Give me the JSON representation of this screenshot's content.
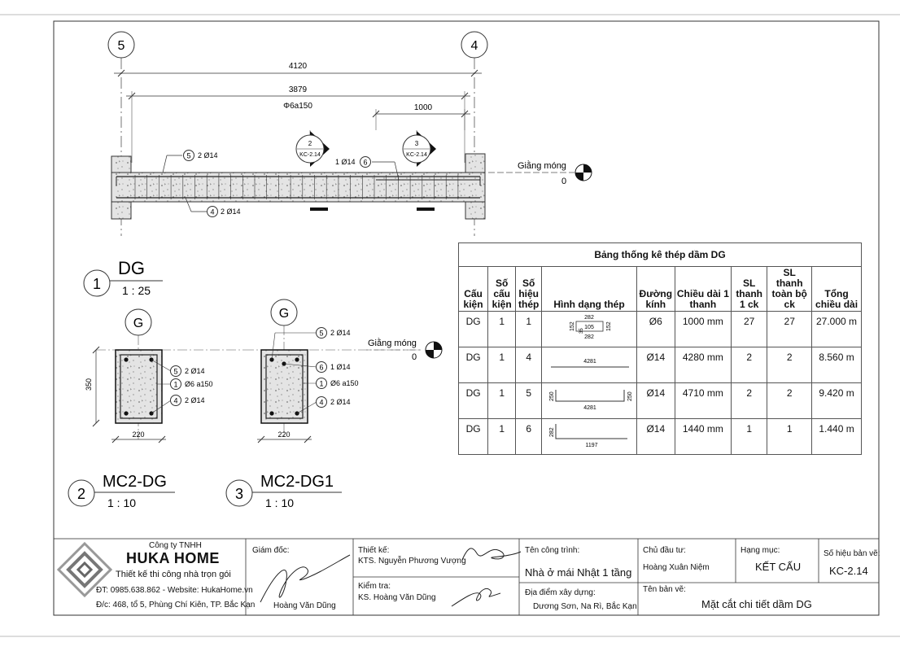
{
  "grid": {
    "left": "5",
    "right": "4",
    "section_marker": "G"
  },
  "dims": {
    "overall": "4120",
    "clear": "3879",
    "stirrup_note": "Φ6a150",
    "partial": "1000",
    "height": "350",
    "width": "220"
  },
  "beam_labels": {
    "top_bar": "2 Ø14",
    "top_bar_no": "5",
    "bottom_bar": "2 Ø14",
    "bottom_bar_no": "4",
    "extra_bar": "1 Ø14",
    "extra_bar_no": "6",
    "cut2_no": "2",
    "cut2_ref": "KC-2.14",
    "cut3_no": "3",
    "cut3_ref": "KC-2.14"
  },
  "level": {
    "label": "Giằng móng",
    "value": "0"
  },
  "views": [
    {
      "number": "1",
      "title": "DG",
      "scale": "1 : 25"
    },
    {
      "number": "2",
      "title": "MC2-DG",
      "scale": "1 : 10"
    },
    {
      "number": "3",
      "title": "MC2-DG1",
      "scale": "1 : 10"
    }
  ],
  "section1": {
    "n5": "5",
    "l5": "2 Ø14",
    "n1": "1",
    "l1": "Ø6 a150",
    "n4": "4",
    "l4": "2 Ø14"
  },
  "section2": {
    "n5": "5",
    "l5": "2 Ø14",
    "n6": "6",
    "l6": "1 Ø14",
    "n1": "1",
    "l1": "Ø6 a150",
    "n4": "4",
    "l4": "2 Ø14"
  },
  "table": {
    "title": "Bảng thống kê thép dầm DG",
    "headers": [
      "Cấu kiện",
      "Số cấu kiện",
      "Số hiệu thép",
      "Hình dạng thép",
      "Đường kính",
      "Chiều dài 1 thanh",
      "SL thanh 1 ck",
      "SL thanh toàn bộ ck",
      "Tổng chiều dài"
    ],
    "rows": [
      {
        "cells": [
          "DG",
          "1",
          "1",
          "Ø6",
          "1000 mm",
          "27",
          "27",
          "27.000 m"
        ],
        "shape": {
          "top": "282",
          "mid": "105",
          "bottom": "282",
          "left": "152",
          "right": "152",
          "inner": "35"
        }
      },
      {
        "cells": [
          "DG",
          "1",
          "4",
          "Ø14",
          "4280 mm",
          "2",
          "2",
          "8.560 m"
        ],
        "shape": {
          "len": "4281"
        }
      },
      {
        "cells": [
          "DG",
          "1",
          "5",
          "Ø14",
          "4710 mm",
          "2",
          "2",
          "9.420 m"
        ],
        "shape": {
          "len": "4281",
          "left": "250",
          "right": "250"
        }
      },
      {
        "cells": [
          "DG",
          "1",
          "6",
          "Ø14",
          "1440 mm",
          "1",
          "1",
          "1.440 m"
        ],
        "shape": {
          "len": "1197",
          "left": "282"
        }
      }
    ]
  },
  "title_block": {
    "company_type": "Công ty TNHH",
    "company": "HUKA HOME",
    "slogan": "Thiết kế thi công nhà trọn gói",
    "contact": "ĐT: 0985.638.862 - Website: HukaHome.vn",
    "address": "Đ/c: 468, tổ 5, Phùng Chí Kiên, TP. Bắc Kạn",
    "director_label": "Giám đốc:",
    "director": "Hoàng Văn Dũng",
    "designer_label": "Thiết kế:",
    "designer": "KTS. Nguyễn Phương Vượng",
    "checker_label": "Kiểm tra:",
    "checker": "KS. Hoàng Văn Dũng",
    "project_label": "Tên công trình:",
    "project": "Nhà ở mái Nhật 1 tầng",
    "location_label": "Địa điểm xây dựng:",
    "location": "Dương Sơn, Na Rì, Bắc Kạn",
    "owner_label": "Chủ đầu tư:",
    "owner": "Hoàng Xuân Niệm",
    "category_label": "Hạng mục:",
    "category": "KẾT CẤU",
    "sheet_no_label": "Số hiệu bản vẽ:",
    "sheet_no": "KC-2.14",
    "drawing_name_label": "Tên bản vẽ:",
    "drawing_name": "Mặt cắt chi tiết dầm DG"
  }
}
